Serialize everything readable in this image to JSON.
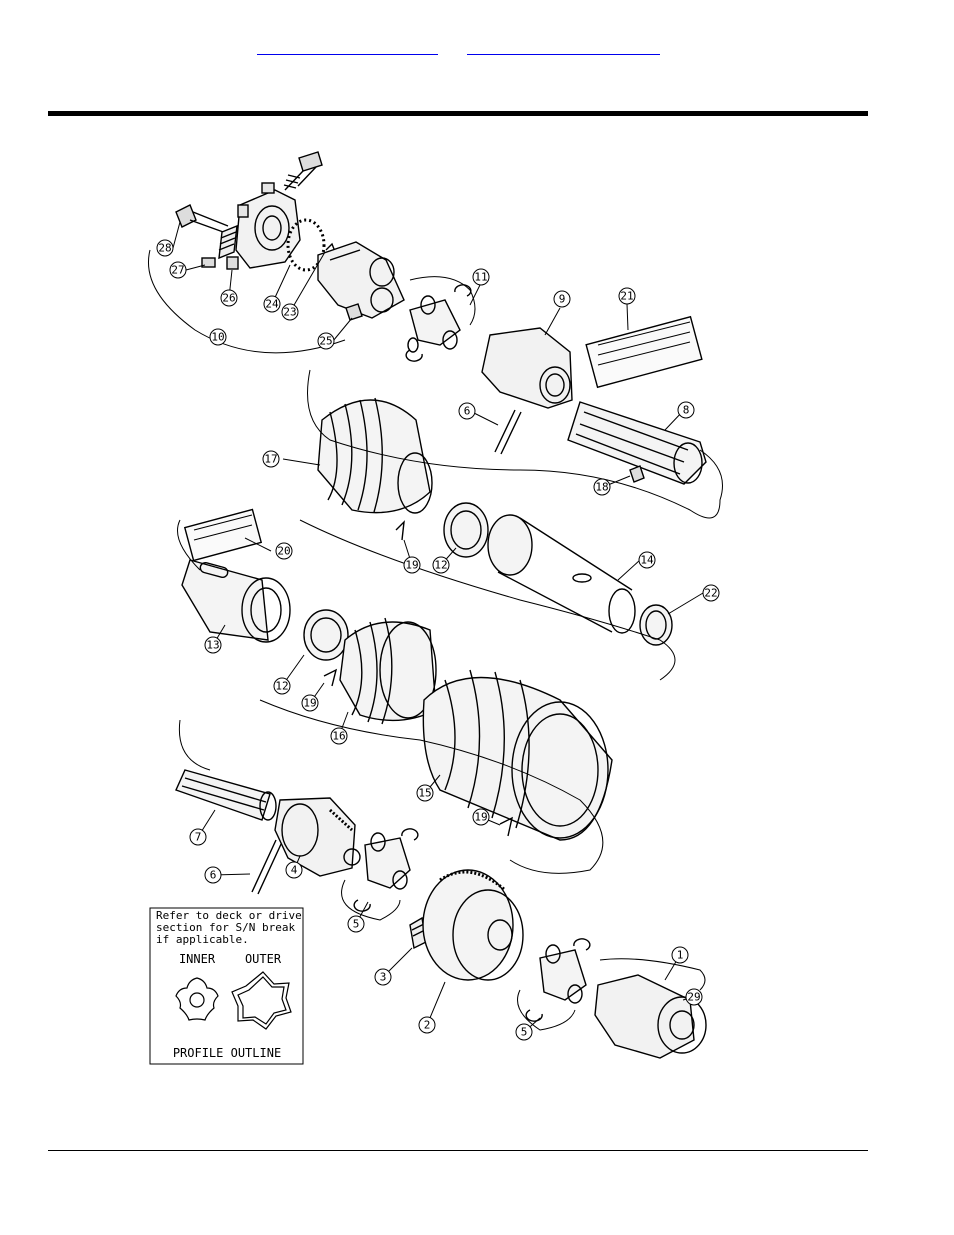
{
  "header": {
    "link_a": "",
    "link_b": ""
  },
  "callouts": [
    "28",
    "27",
    "26",
    "24",
    "23",
    "10",
    "25",
    "11",
    "9",
    "21",
    "6",
    "8",
    "17",
    "18",
    "19",
    "12",
    "14",
    "20",
    "22",
    "13",
    "12",
    "19",
    "16",
    "15",
    "19",
    "7",
    "6",
    "4",
    "5",
    "3",
    "2",
    "5",
    "1",
    "29"
  ],
  "note_box": {
    "line1": "Refer to deck or drive",
    "line2": "section for S/N break",
    "line3": "if applicable.",
    "inner_label": "INNER",
    "outer_label": "OUTER",
    "caption": "PROFILE OUTLINE"
  }
}
